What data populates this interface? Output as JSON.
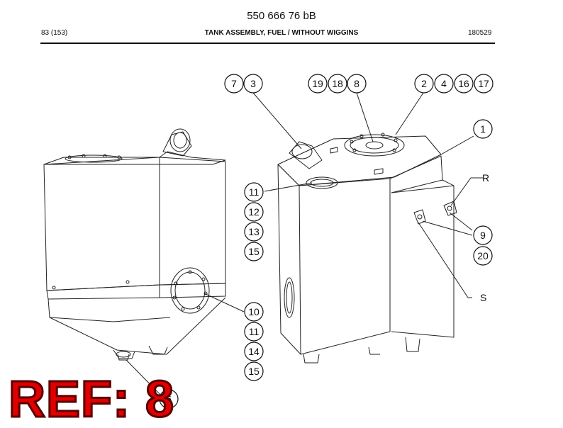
{
  "header": {
    "doc_number": "550 666 76 bB",
    "page": "83 (153)",
    "title": "TANK ASSEMBLY, FUEL / WITHOUT WIGGINS",
    "date_code": "180529"
  },
  "callouts": {
    "c7": "7",
    "c3": "3",
    "c19": "19",
    "c18": "18",
    "c8": "8",
    "c2": "2",
    "c4": "4",
    "c16": "16",
    "c17": "17",
    "c1": "1",
    "c11a": "11",
    "c12": "12",
    "c13": "13",
    "c15a": "15",
    "c9": "9",
    "c20": "20",
    "c10": "10",
    "c11b": "11",
    "c14": "14",
    "c15b": "15",
    "c6": "6"
  },
  "letters": {
    "r": "R",
    "s": "S"
  },
  "stamp": "REF: 8"
}
